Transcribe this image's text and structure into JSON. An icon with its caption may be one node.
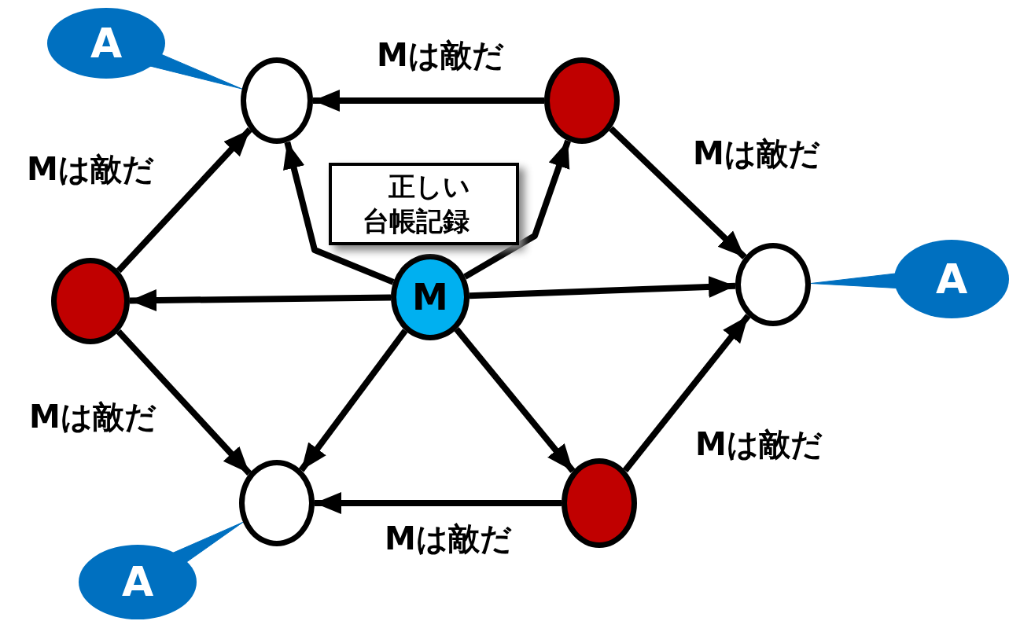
{
  "diagram": {
    "nodes": [
      {
        "text": [
          "M"
        ]
      },
      {
        "text": [],
        "shape": "circle"
      },
      {
        "text": [],
        "shape": "circle"
      },
      {
        "text": [],
        "shape": "circle"
      },
      {
        "text": [],
        "shape": "circle"
      },
      {
        "text": [],
        "shape": "circle"
      },
      {
        "text": [],
        "shape": "circle"
      },
      {
        "text": [
          "正しい台帳記録"
        ]
      },
      {
        "text": [
          "A"
        ]
      },
      {
        "text": [
          "A"
        ]
      },
      {
        "text": [
          "A"
        ]
      }
    ],
    "edges": [
      {
        "from": 0,
        "to": 1,
        "arrow": "to"
      },
      {
        "from": 0,
        "to": 2,
        "arrow": "to"
      },
      {
        "from": 0,
        "to": 3,
        "arrow": "to"
      },
      {
        "from": 0,
        "to": 4,
        "arrow": "to"
      },
      {
        "from": 0,
        "to": 5,
        "arrow": "to"
      },
      {
        "from": 0,
        "to": 6,
        "arrow": "to"
      },
      {
        "from": 2,
        "to": 1,
        "arrow": "to",
        "label": "Mは敵だ"
      },
      {
        "from": 3,
        "to": 1,
        "arrow": "to",
        "label": "Mは敵だ"
      },
      {
        "from": 2,
        "to": 4,
        "arrow": "to",
        "label": "Mは敵だ"
      },
      {
        "from": 3,
        "to": 5,
        "arrow": "to",
        "label": "Mは敵だ"
      },
      {
        "from": 6,
        "to": 4,
        "arrow": "to",
        "label": "Mは敵だ"
      },
      {
        "from": 6,
        "to": 5,
        "arrow": "to",
        "label": "Mは敵だ"
      },
      {
        "from": 8,
        "to": 1,
        "arrow": "none",
        "color": "#0070c0"
      },
      {
        "from": 9,
        "to": 4,
        "arrow": "none",
        "color": "#0070c0"
      },
      {
        "from": 10,
        "to": 5,
        "arrow": "none",
        "color": "#0070c0"
      }
    ]
  }
}
